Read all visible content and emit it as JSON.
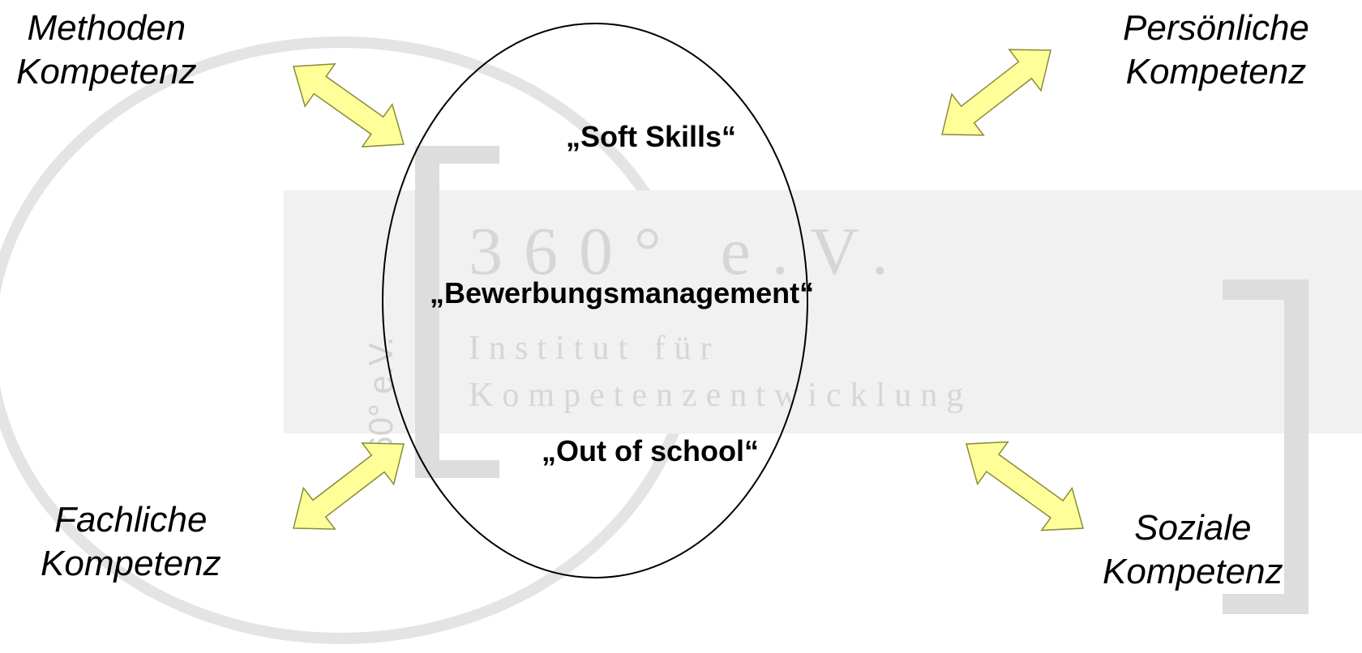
{
  "watermark": {
    "big": "360° e.V.",
    "line1": "Institut für",
    "line2": "Kompetenzentwicklung",
    "vertical": "360° e.V."
  },
  "center": {
    "soft_skills": "„Soft Skills“",
    "bewerbung": "„Bewerbungsmanagement“",
    "out_of_school": "„Out of school“"
  },
  "competencies": {
    "top_left": {
      "line1": "Methoden",
      "line2": "Kompetenz"
    },
    "top_right": {
      "line1": "Persönliche",
      "line2": "Kompetenz"
    },
    "bottom_left": {
      "line1": "Fachliche",
      "line2": "Kompetenz"
    },
    "bottom_right": {
      "line1": "Soziale",
      "line2": "Kompetenz"
    }
  },
  "colors": {
    "arrow_fill": "#ffff99",
    "arrow_stroke": "#8a8a3a",
    "watermark_gray": "#d9d9d9",
    "circle_stroke": "#000000"
  }
}
